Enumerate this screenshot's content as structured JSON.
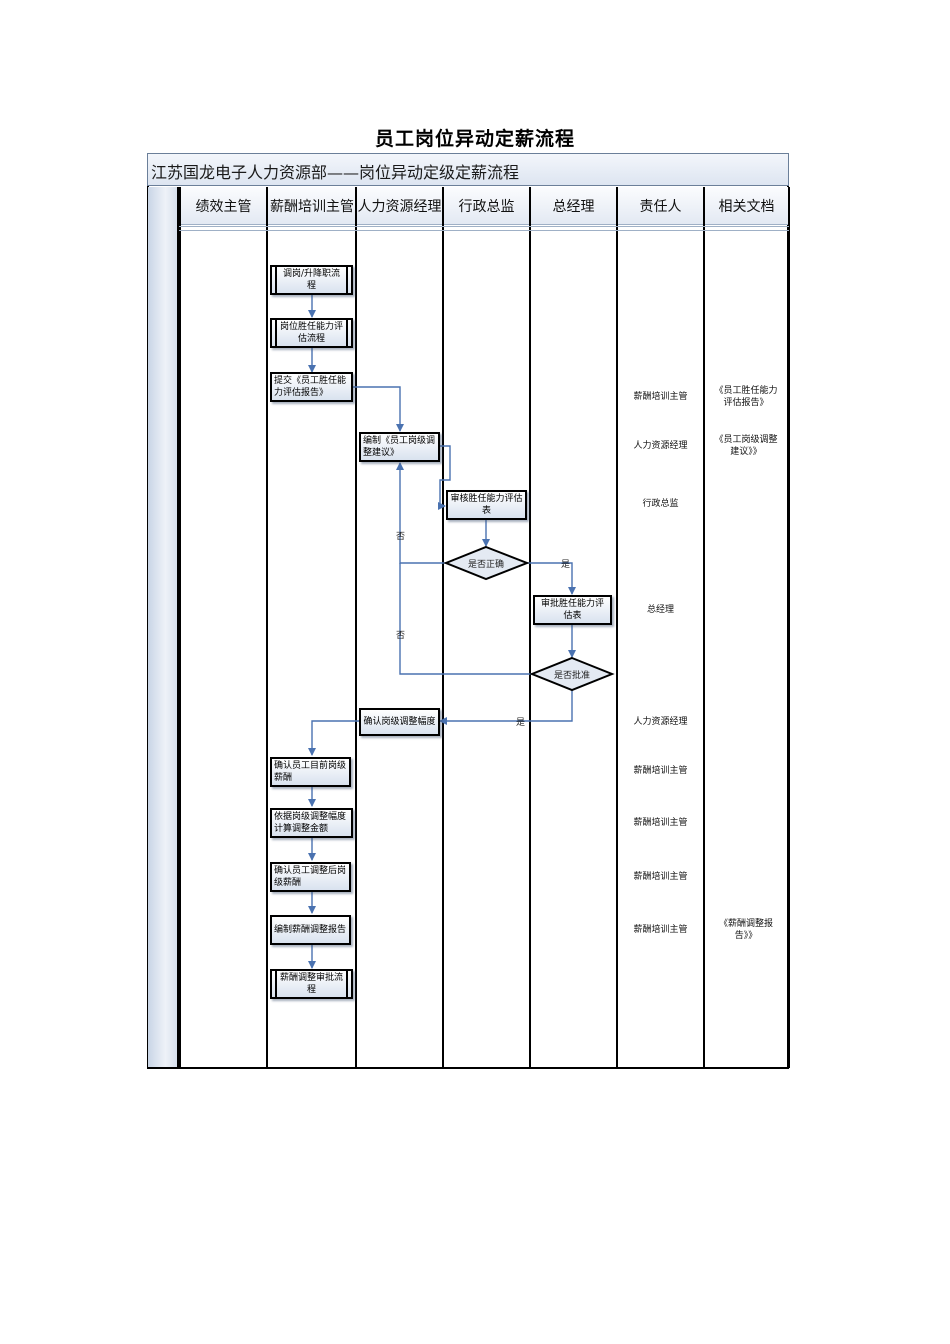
{
  "page_title": "员工岗位异动定薪流程",
  "diagram_title": "江苏国龙电子人力资源部——岗位异动定级定薪流程",
  "columns": [
    "绩效主管",
    "薪酬培训主管",
    "人力资源经理",
    "行政总监",
    "总经理",
    "责任人",
    "相关文档"
  ],
  "nodes": {
    "n1": "调岗/升降职流程",
    "n2": "岗位胜任能力评估流程",
    "n3": "提交《员工胜任能力评估报告》",
    "n4": "编制《员工岗级调整建议》",
    "n5": "审核胜任能力评估表",
    "d1": "是否正确",
    "n6": "审批胜任能力评估表",
    "d2": "是否批准",
    "n7": "确认岗级调整幅度",
    "n8": "确认员工目前岗级薪酬",
    "n9": "依据岗级调整幅度计算调整金额",
    "n10": "确认员工调整后岗级薪酬",
    "n11": "编制薪酬调整报告",
    "n12": "薪酬调整审批流程"
  },
  "edge_labels": {
    "yes": "是",
    "no": "否"
  },
  "responsible": [
    "薪酬培训主管",
    "人力资源经理",
    "行政总监",
    "总经理",
    "人力资源经理",
    "薪酬培训主管",
    "薪酬培训主管",
    "薪酬培训主管",
    "薪酬培训主管"
  ],
  "documents": [
    "《员工胜任能力评估报告》",
    "《员工岗级调整建议》》",
    "《薪酬调整报告》》"
  ],
  "colors": {
    "connector": "#4a72b0",
    "header_band": "#dde5f1",
    "box_fill": "#d9e2ef"
  }
}
